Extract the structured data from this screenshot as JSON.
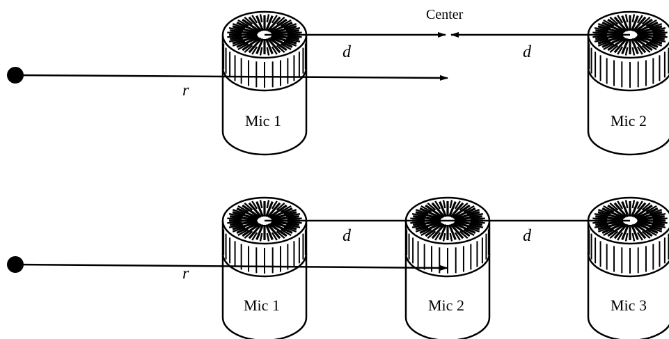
{
  "figure": {
    "top": {
      "center_label": "Center",
      "spacing_label_left": "d",
      "spacing_label_right": "d",
      "distance_label": "r",
      "mics": [
        "Mic 1",
        "Mic 2"
      ]
    },
    "bottom": {
      "spacing_label_left": "d",
      "spacing_label_right": "d",
      "distance_label": "r",
      "mics": [
        "Mic 1",
        "Mic 2",
        "Mic 3"
      ]
    }
  },
  "colors": {
    "ink": "#000000",
    "background": "#ffffff"
  },
  "icons": {
    "microphone": "mic-capsule-icon",
    "source": "sound-source-icon"
  }
}
